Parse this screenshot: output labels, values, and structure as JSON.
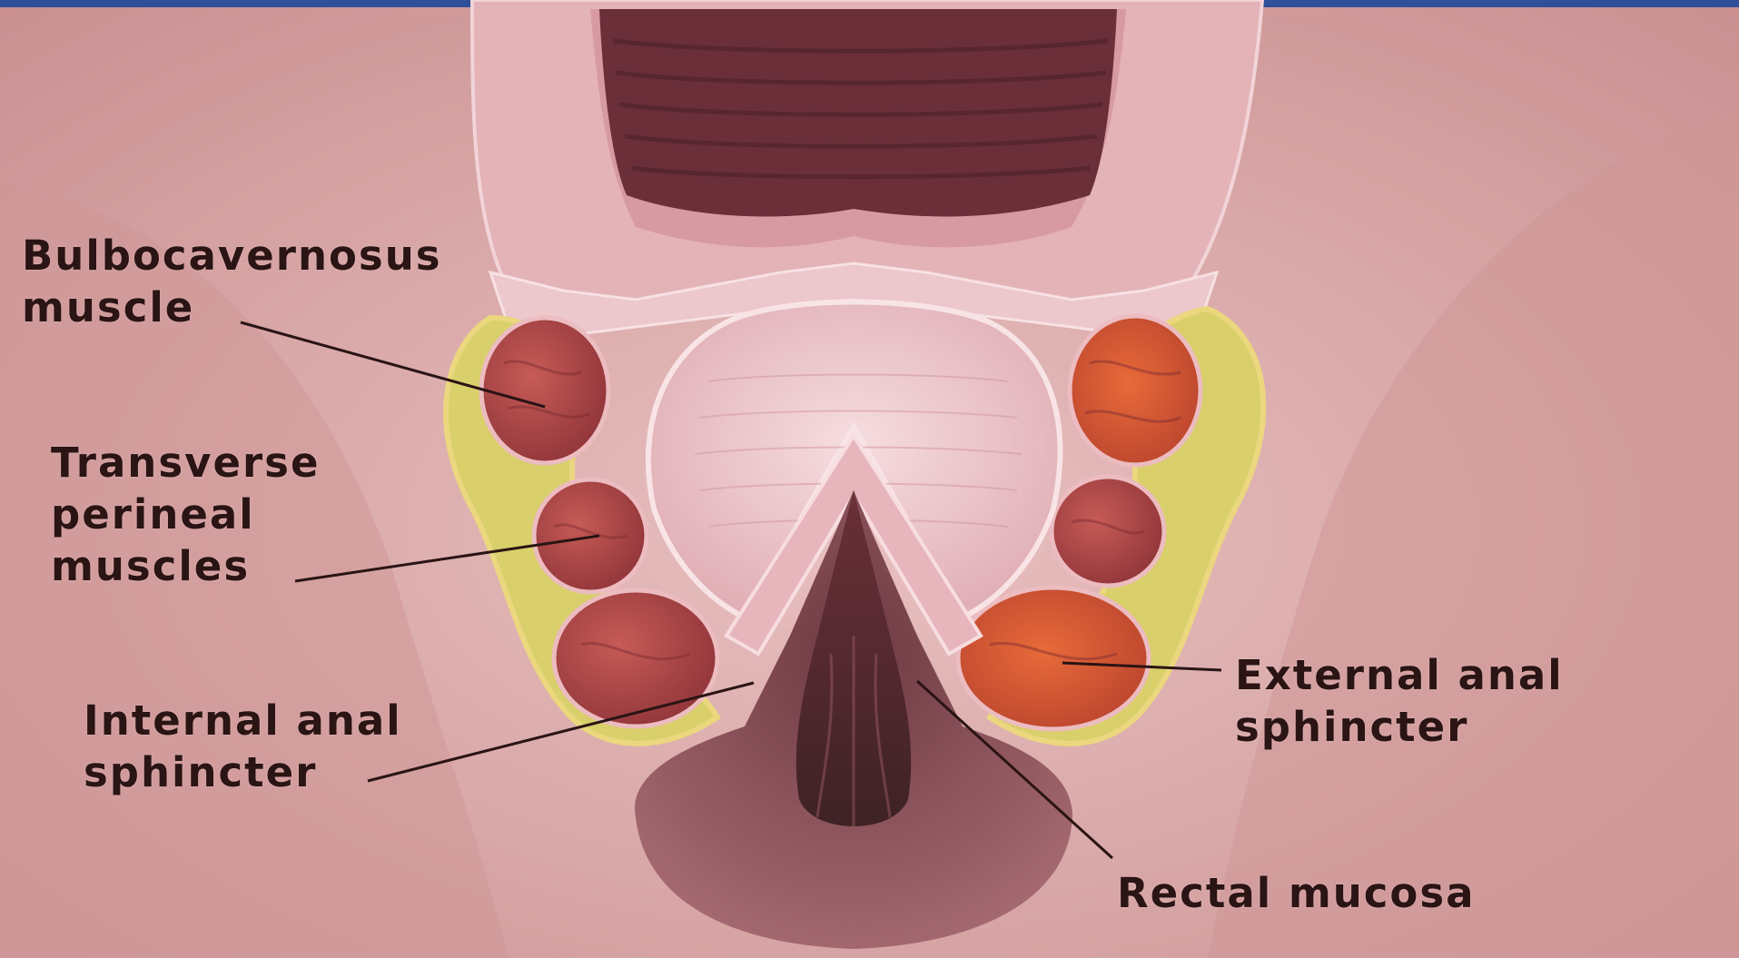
{
  "labels": {
    "bulbocavernosus": {
      "line1": "Bulbocavernosus",
      "line2": "muscle"
    },
    "transverse_perineal": {
      "line1": "Transverse",
      "line2": "perineal",
      "line3": "muscles"
    },
    "internal_anal_sphincter": {
      "line1": "Internal anal",
      "line2": "sphincter"
    },
    "external_anal_sphincter": {
      "line1": "External anal",
      "line2": "sphincter"
    },
    "rectal_mucosa": {
      "line1": "Rectal mucosa"
    }
  },
  "colors": {
    "skin": "#d9a8a8",
    "top_border": "#2f4f9a",
    "muscle": "#b24a4a",
    "external_sphincter": "#d1542e",
    "fat_layer": "#d9cf6b",
    "mucosa": "#f1c8cc",
    "lumen": "#4a2a2e",
    "leader_line": "#2a1414",
    "label_text": "#2a1414"
  }
}
